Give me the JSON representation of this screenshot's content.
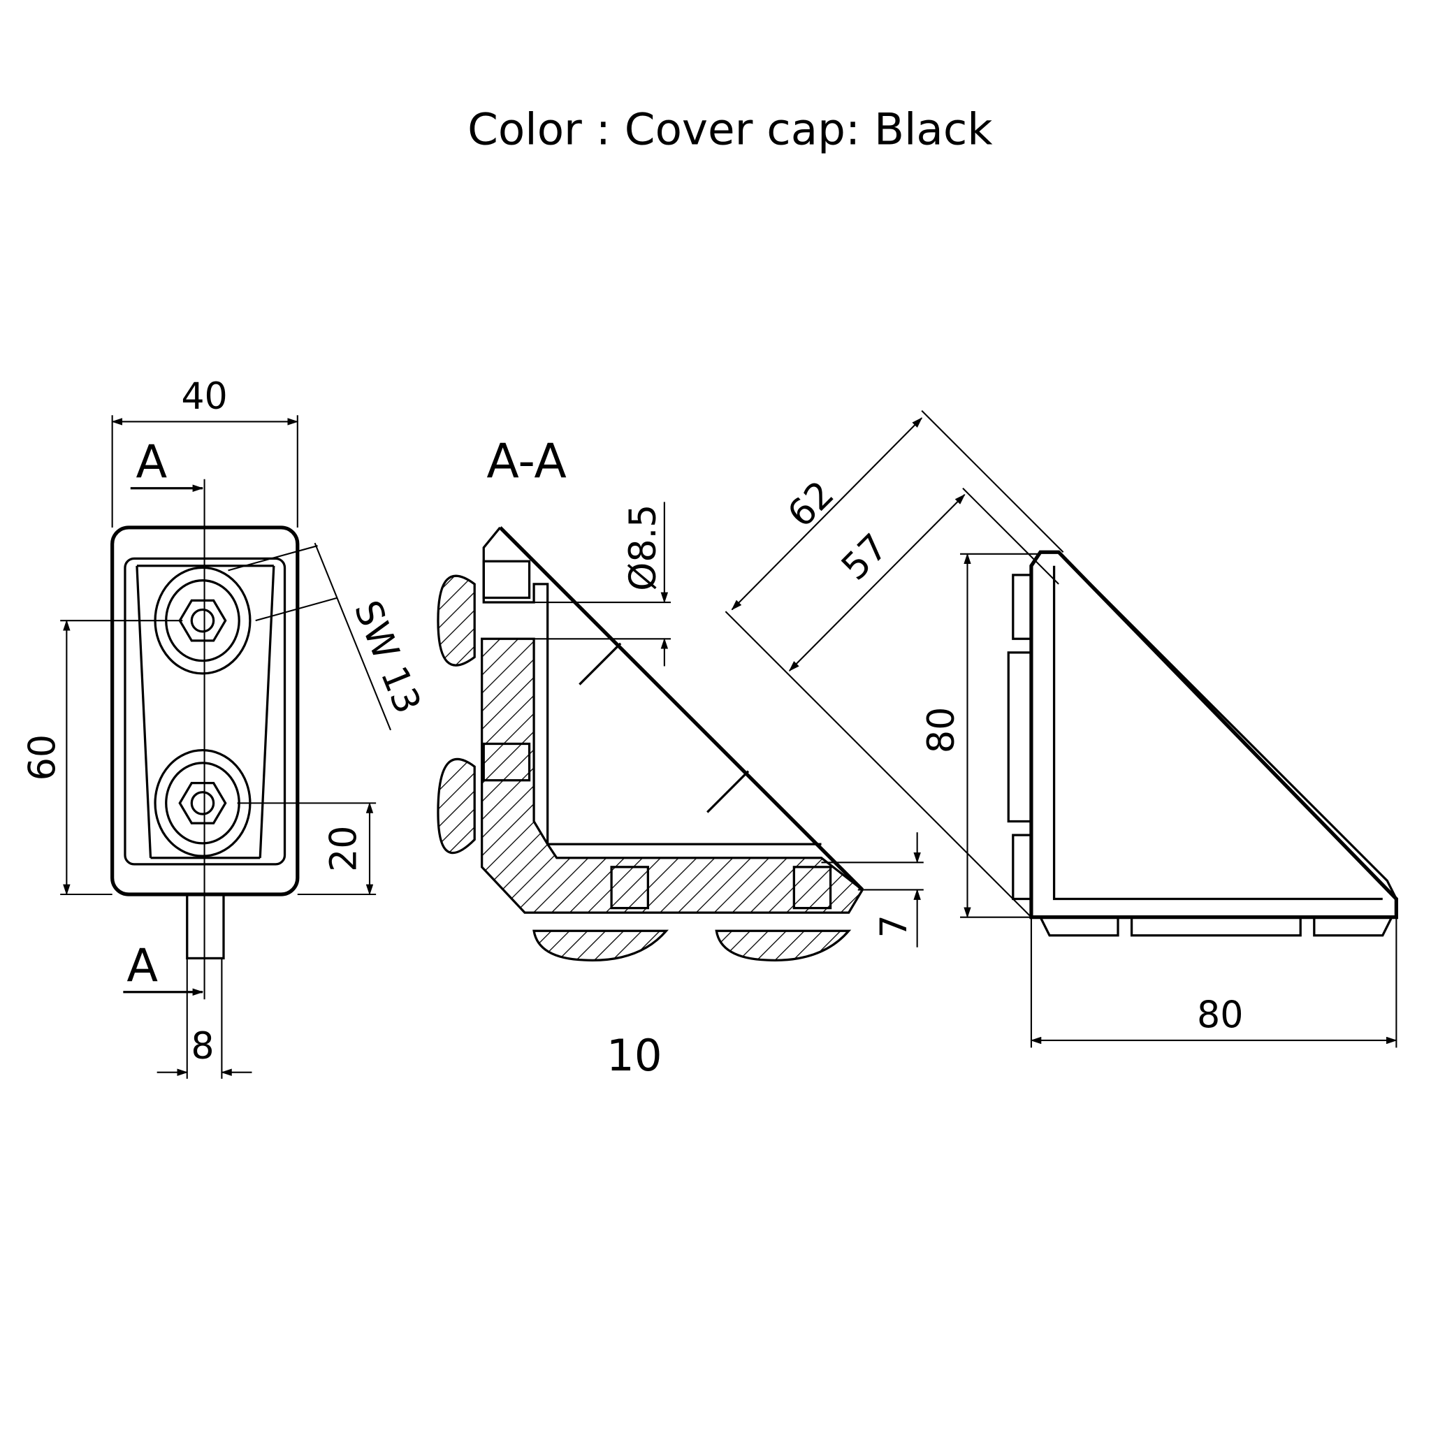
{
  "title": "Color : Cover cap: Black",
  "front_view": {
    "section_marker_top": "A",
    "section_marker_bottom": "A",
    "dim_width": "40",
    "dim_height": "60",
    "dim_offset": "20",
    "dim_stem": "8",
    "dim_wrench": "SW 13"
  },
  "section_view": {
    "label": "A-A",
    "dim_hole": "Ø8.5",
    "dim_thickness": "7",
    "caption": "10"
  },
  "side_view": {
    "dim_62": "62",
    "dim_57": "57",
    "dim_height": "80",
    "dim_width": "80"
  },
  "colors": {
    "line": "#000000",
    "background": "#ffffff"
  }
}
